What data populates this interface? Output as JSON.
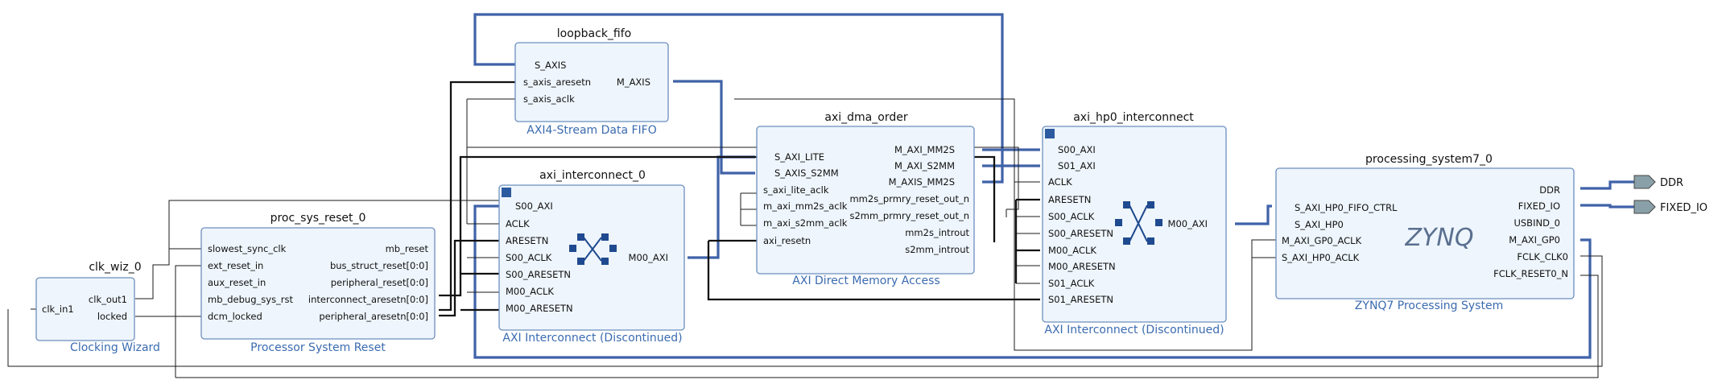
{
  "blocks": {
    "clk_wiz": {
      "title": "clk_wiz_0",
      "subtitle": "Clocking Wizard",
      "in": [
        "clk_in1"
      ],
      "out": [
        "clk_out1",
        "locked"
      ]
    },
    "proc_sys_reset": {
      "title": "proc_sys_reset_0",
      "subtitle": "Processor System Reset",
      "in": [
        "slowest_sync_clk",
        "ext_reset_in",
        "aux_reset_in",
        "mb_debug_sys_rst",
        "dcm_locked"
      ],
      "out": [
        "mb_reset",
        "bus_struct_reset[0:0]",
        "peripheral_reset[0:0]",
        "interconnect_aresetn[0:0]",
        "peripheral_aresetn[0:0]"
      ]
    },
    "axi_interconnect": {
      "title": "axi_interconnect_0",
      "subtitle": "AXI Interconnect (Discontinued)",
      "in": [
        "S00_AXI",
        "ACLK",
        "ARESETN",
        "S00_ACLK",
        "S00_ARESETN",
        "M00_ACLK",
        "M00_ARESETN"
      ],
      "out": [
        "M00_AXI"
      ]
    },
    "loopback_fifo": {
      "title": "loopback_fifo",
      "subtitle": "AXI4-Stream Data FIFO",
      "in": [
        "S_AXIS",
        "s_axis_aresetn",
        "s_axis_aclk"
      ],
      "out": [
        "M_AXIS"
      ]
    },
    "axi_dma": {
      "title": "axi_dma_order",
      "subtitle": "AXI Direct Memory Access",
      "in": [
        "S_AXI_LITE",
        "S_AXIS_S2MM",
        "s_axi_lite_aclk",
        "m_axi_mm2s_aclk",
        "m_axi_s2mm_aclk",
        "axi_resetn"
      ],
      "out": [
        "M_AXI_MM2S",
        "M_AXI_S2MM",
        "M_AXIS_MM2S",
        "mm2s_prmry_reset_out_n",
        "s2mm_prmry_reset_out_n",
        "mm2s_introut",
        "s2mm_introut"
      ]
    },
    "axi_hp0": {
      "title": "axi_hp0_interconnect",
      "subtitle": "AXI Interconnect (Discontinued)",
      "in": [
        "S00_AXI",
        "S01_AXI",
        "ACLK",
        "ARESETN",
        "S00_ACLK",
        "S00_ARESETN",
        "M00_ACLK",
        "M00_ARESETN",
        "S01_ACLK",
        "S01_ARESETN"
      ],
      "out": [
        "M00_AXI"
      ]
    },
    "ps7": {
      "title": "processing_system7_0",
      "subtitle": "ZYNQ7 Processing System",
      "in": [
        "S_AXI_HP0_FIFO_CTRL",
        "S_AXI_HP0",
        "M_AXI_GP0_ACLK",
        "S_AXI_HP0_ACLK"
      ],
      "out": [
        "DDR",
        "FIXED_IO",
        "USBIND_0",
        "M_AXI_GP0",
        "FCLK_CLK0",
        "FCLK_RESET0_N"
      ],
      "logo": "ZYNQ"
    }
  },
  "external_ports": [
    "DDR",
    "FIXED_IO"
  ],
  "colors": {
    "block_fill": "#eef5fc",
    "block_border": "#6c8fbe",
    "bus": "#3f62a8",
    "subtitle": "#3b6bb0"
  }
}
